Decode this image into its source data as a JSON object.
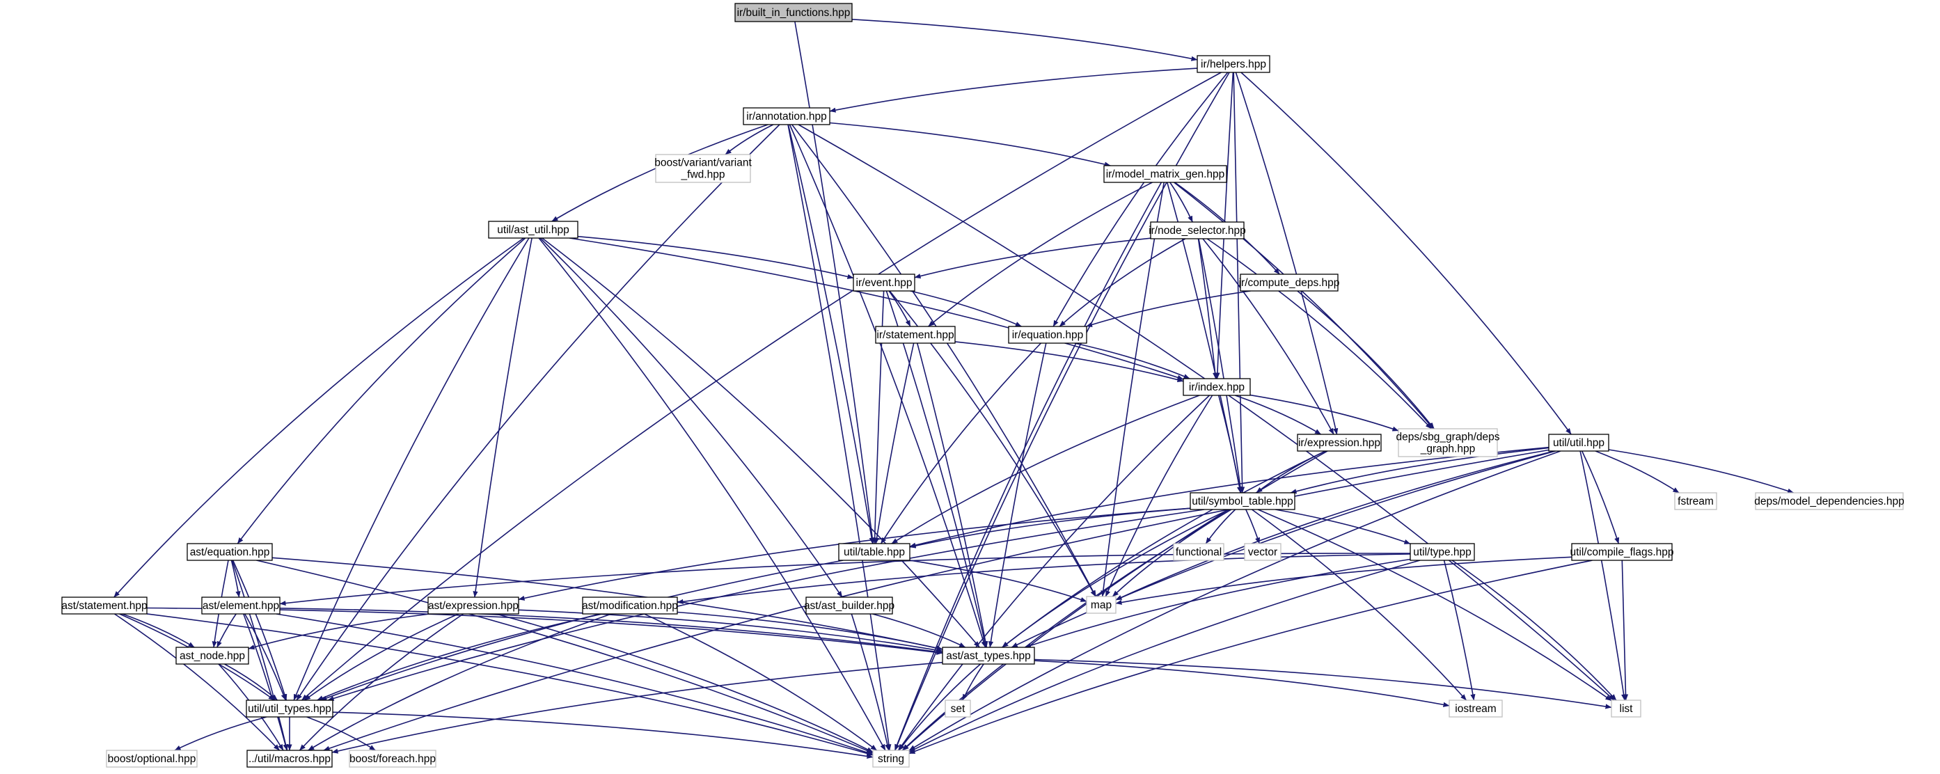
{
  "colors": {
    "edge": "#191970",
    "border": "#000000",
    "external_border": "#bfbfbf",
    "root_fill": "#bfbfbf",
    "text": "#000000",
    "external_text": "#000000"
  },
  "nodes": [
    {
      "id": "root",
      "kind": "root",
      "lines": [
        "ir/built_in_functions.hpp"
      ]
    },
    {
      "id": "helpers",
      "kind": "file",
      "lines": [
        "ir/helpers.hpp"
      ]
    },
    {
      "id": "annotation",
      "kind": "file",
      "lines": [
        "ir/annotation.hpp"
      ]
    },
    {
      "id": "boostvariant",
      "kind": "external",
      "lines": [
        "boost/variant/variant",
        "_fwd.hpp"
      ]
    },
    {
      "id": "mmgen",
      "kind": "file",
      "lines": [
        "ir/model_matrix_gen.hpp"
      ]
    },
    {
      "id": "astutil",
      "kind": "file",
      "lines": [
        "util/ast_util.hpp"
      ]
    },
    {
      "id": "nodesel",
      "kind": "file",
      "lines": [
        "ir/node_selector.hpp"
      ]
    },
    {
      "id": "event",
      "kind": "file",
      "lines": [
        "ir/event.hpp"
      ]
    },
    {
      "id": "computedeps",
      "kind": "file",
      "lines": [
        "ir/compute_deps.hpp"
      ]
    },
    {
      "id": "irstatement",
      "kind": "file",
      "lines": [
        "ir/statement.hpp"
      ]
    },
    {
      "id": "irequation",
      "kind": "file",
      "lines": [
        "ir/equation.hpp"
      ]
    },
    {
      "id": "irindex",
      "kind": "file",
      "lines": [
        "ir/index.hpp"
      ]
    },
    {
      "id": "sbggraph",
      "kind": "external",
      "lines": [
        "deps/sbg_graph/deps",
        "_graph.hpp"
      ]
    },
    {
      "id": "irexpression",
      "kind": "file",
      "lines": [
        "ir/expression.hpp"
      ]
    },
    {
      "id": "utilutil",
      "kind": "file",
      "lines": [
        "util/util.hpp"
      ]
    },
    {
      "id": "fstream",
      "kind": "external",
      "lines": [
        "fstream"
      ]
    },
    {
      "id": "modeldeps",
      "kind": "external",
      "lines": [
        "deps/model_dependencies.hpp"
      ]
    },
    {
      "id": "symtable",
      "kind": "file",
      "lines": [
        "util/symbol_table.hpp"
      ]
    },
    {
      "id": "functional",
      "kind": "external",
      "lines": [
        "functional"
      ]
    },
    {
      "id": "vector",
      "kind": "external",
      "lines": [
        "vector"
      ]
    },
    {
      "id": "utiltable",
      "kind": "file",
      "lines": [
        "util/table.hpp"
      ]
    },
    {
      "id": "utiltype",
      "kind": "file",
      "lines": [
        "util/type.hpp"
      ]
    },
    {
      "id": "compileflags",
      "kind": "file",
      "lines": [
        "util/compile_flags.hpp"
      ]
    },
    {
      "id": "astequation",
      "kind": "file",
      "lines": [
        "ast/equation.hpp"
      ]
    },
    {
      "id": "aststatement",
      "kind": "file",
      "lines": [
        "ast/statement.hpp"
      ]
    },
    {
      "id": "astelement",
      "kind": "file",
      "lines": [
        "ast/element.hpp"
      ]
    },
    {
      "id": "astexpression",
      "kind": "file",
      "lines": [
        "ast/expression.hpp"
      ]
    },
    {
      "id": "astmodification",
      "kind": "file",
      "lines": [
        "ast/modification.hpp"
      ]
    },
    {
      "id": "astbuilder",
      "kind": "file",
      "lines": [
        "ast/ast_builder.hpp"
      ]
    },
    {
      "id": "map",
      "kind": "external",
      "lines": [
        "map"
      ]
    },
    {
      "id": "astnode",
      "kind": "file",
      "lines": [
        "ast_node.hpp"
      ]
    },
    {
      "id": "asttypes",
      "kind": "file",
      "lines": [
        "ast/ast_types.hpp"
      ]
    },
    {
      "id": "utiltypes",
      "kind": "file",
      "lines": [
        "util/util_types.hpp"
      ]
    },
    {
      "id": "set",
      "kind": "external",
      "lines": [
        "set"
      ]
    },
    {
      "id": "iostream",
      "kind": "external",
      "lines": [
        "iostream"
      ]
    },
    {
      "id": "list",
      "kind": "external",
      "lines": [
        "list"
      ]
    },
    {
      "id": "boostoptional",
      "kind": "external",
      "lines": [
        "boost/optional.hpp"
      ]
    },
    {
      "id": "macros",
      "kind": "file",
      "lines": [
        "../util/macros.hpp"
      ]
    },
    {
      "id": "boostforeach",
      "kind": "external",
      "lines": [
        "boost/foreach.hpp"
      ]
    },
    {
      "id": "string",
      "kind": "external",
      "lines": [
        "string"
      ]
    }
  ],
  "edges": [
    [
      "root",
      "helpers"
    ],
    [
      "root",
      "utiltable"
    ],
    [
      "helpers",
      "annotation"
    ],
    [
      "helpers",
      "irequation"
    ],
    [
      "helpers",
      "irindex"
    ],
    [
      "helpers",
      "irexpression"
    ],
    [
      "helpers",
      "utilutil"
    ],
    [
      "helpers",
      "symtable"
    ],
    [
      "helpers",
      "string"
    ],
    [
      "helpers",
      "utiltypes"
    ],
    [
      "annotation",
      "boostvariant"
    ],
    [
      "annotation",
      "mmgen"
    ],
    [
      "annotation",
      "astutil"
    ],
    [
      "annotation",
      "map"
    ],
    [
      "annotation",
      "asttypes"
    ],
    [
      "annotation",
      "list"
    ],
    [
      "annotation",
      "string"
    ],
    [
      "annotation",
      "utiltypes"
    ],
    [
      "annotation",
      "utiltable"
    ],
    [
      "mmgen",
      "nodesel"
    ],
    [
      "mmgen",
      "computedeps"
    ],
    [
      "mmgen",
      "irstatement"
    ],
    [
      "mmgen",
      "symtable"
    ],
    [
      "mmgen",
      "sbggraph"
    ],
    [
      "mmgen",
      "string"
    ],
    [
      "mmgen",
      "map"
    ],
    [
      "astutil",
      "event"
    ],
    [
      "astutil",
      "irindex"
    ],
    [
      "astutil",
      "astequation"
    ],
    [
      "astutil",
      "aststatement"
    ],
    [
      "astutil",
      "astexpression"
    ],
    [
      "astutil",
      "astbuilder"
    ],
    [
      "astutil",
      "asttypes"
    ],
    [
      "astutil",
      "utiltypes"
    ],
    [
      "astutil",
      "string"
    ],
    [
      "nodesel",
      "event"
    ],
    [
      "nodesel",
      "irequation"
    ],
    [
      "nodesel",
      "irindex"
    ],
    [
      "nodesel",
      "irexpression"
    ],
    [
      "nodesel",
      "symtable"
    ],
    [
      "nodesel",
      "sbggraph"
    ],
    [
      "computedeps",
      "irequation"
    ],
    [
      "computedeps",
      "sbggraph"
    ],
    [
      "event",
      "irstatement"
    ],
    [
      "event",
      "irequation"
    ],
    [
      "event",
      "utiltable"
    ],
    [
      "event",
      "asttypes"
    ],
    [
      "event",
      "map"
    ],
    [
      "irstatement",
      "irindex"
    ],
    [
      "irstatement",
      "utiltable"
    ],
    [
      "irstatement",
      "asttypes"
    ],
    [
      "irequation",
      "irindex"
    ],
    [
      "irequation",
      "utiltable"
    ],
    [
      "irequation",
      "asttypes"
    ],
    [
      "irindex",
      "irexpression"
    ],
    [
      "irindex",
      "sbggraph"
    ],
    [
      "irindex",
      "symtable"
    ],
    [
      "irindex",
      "utiltable"
    ],
    [
      "irindex",
      "map"
    ],
    [
      "irindex",
      "string"
    ],
    [
      "irexpression",
      "symtable"
    ],
    [
      "irexpression",
      "asttypes"
    ],
    [
      "irexpression",
      "string"
    ],
    [
      "utilutil",
      "fstream"
    ],
    [
      "utilutil",
      "modeldeps"
    ],
    [
      "utilutil",
      "symtable"
    ],
    [
      "utilutil",
      "compileflags"
    ],
    [
      "utilutil",
      "utiltable"
    ],
    [
      "utilutil",
      "asttypes"
    ],
    [
      "utilutil",
      "map"
    ],
    [
      "utilutil",
      "list"
    ],
    [
      "utilutil",
      "string"
    ],
    [
      "utilutil",
      "macros"
    ],
    [
      "symtable",
      "functional"
    ],
    [
      "symtable",
      "vector"
    ],
    [
      "symtable",
      "utiltable"
    ],
    [
      "symtable",
      "utiltype"
    ],
    [
      "symtable",
      "map"
    ],
    [
      "symtable",
      "asttypes"
    ],
    [
      "symtable",
      "iostream"
    ],
    [
      "symtable",
      "list"
    ],
    [
      "symtable",
      "string"
    ],
    [
      "symtable",
      "utiltypes"
    ],
    [
      "symtable",
      "astexpression"
    ],
    [
      "utiltable",
      "map"
    ],
    [
      "utiltable",
      "utiltypes"
    ],
    [
      "utiltype",
      "astelement"
    ],
    [
      "utiltype",
      "astmodification"
    ],
    [
      "utiltype",
      "asttypes"
    ],
    [
      "utiltype",
      "iostream"
    ],
    [
      "utiltype",
      "list"
    ],
    [
      "utiltype",
      "string"
    ],
    [
      "compileflags",
      "map"
    ],
    [
      "compileflags",
      "list"
    ],
    [
      "compileflags",
      "string"
    ],
    [
      "astequation",
      "astelement"
    ],
    [
      "astequation",
      "astnode"
    ],
    [
      "astequation",
      "asttypes"
    ],
    [
      "astequation",
      "utiltypes"
    ],
    [
      "astequation",
      "macros"
    ],
    [
      "astequation",
      "string"
    ],
    [
      "aststatement",
      "astnode"
    ],
    [
      "aststatement",
      "utiltypes"
    ],
    [
      "aststatement",
      "macros"
    ],
    [
      "aststatement",
      "string"
    ],
    [
      "aststatement",
      "asttypes"
    ],
    [
      "astelement",
      "astnode"
    ],
    [
      "astelement",
      "utiltypes"
    ],
    [
      "astelement",
      "macros"
    ],
    [
      "astelement",
      "asttypes"
    ],
    [
      "astelement",
      "string"
    ],
    [
      "astexpression",
      "astnode"
    ],
    [
      "astexpression",
      "utiltypes"
    ],
    [
      "astexpression",
      "macros"
    ],
    [
      "astexpression",
      "asttypes"
    ],
    [
      "astexpression",
      "string"
    ],
    [
      "astmodification",
      "utiltypes"
    ],
    [
      "astmodification",
      "macros"
    ],
    [
      "astmodification",
      "asttypes"
    ],
    [
      "astmodification",
      "string"
    ],
    [
      "astbuilder",
      "asttypes"
    ],
    [
      "astbuilder",
      "string"
    ],
    [
      "astnode",
      "utiltypes"
    ],
    [
      "astnode",
      "macros"
    ],
    [
      "asttypes",
      "set"
    ],
    [
      "asttypes",
      "iostream"
    ],
    [
      "asttypes",
      "list"
    ],
    [
      "asttypes",
      "string"
    ],
    [
      "asttypes",
      "macros"
    ],
    [
      "utiltypes",
      "boostoptional"
    ],
    [
      "utiltypes",
      "macros"
    ],
    [
      "utiltypes",
      "boostforeach"
    ],
    [
      "utiltypes",
      "string"
    ]
  ]
}
